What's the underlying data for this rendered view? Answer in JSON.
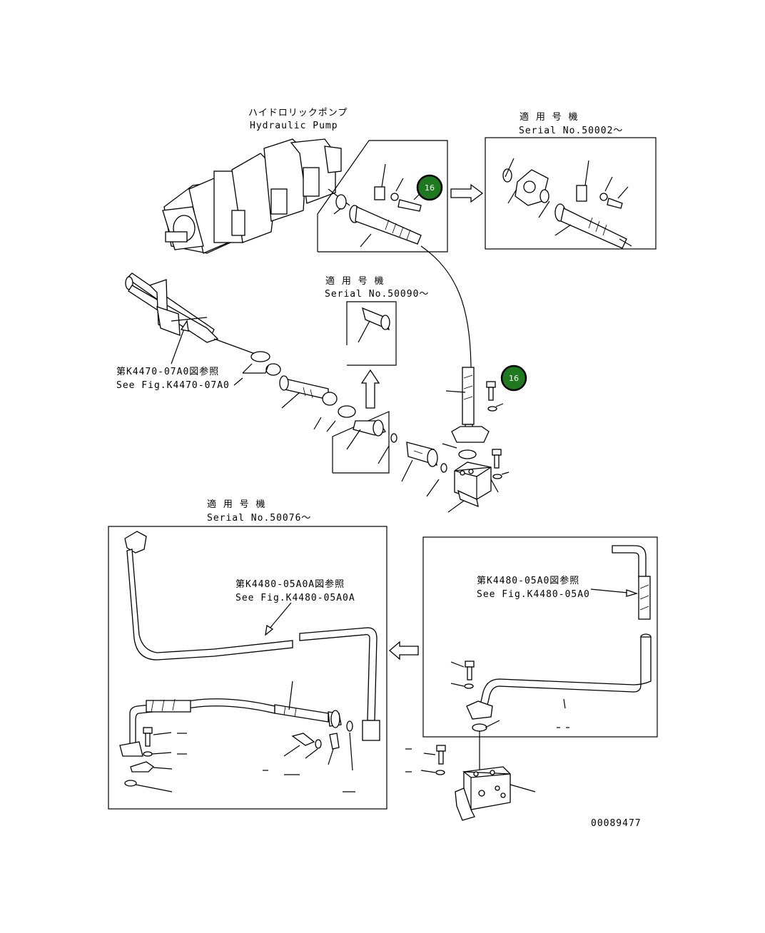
{
  "labels": {
    "pump_jp": "ハイドロリックポンプ",
    "pump_en": "Hydraulic Pump",
    "serial_50002_jp": "適 用 号 機",
    "serial_50002_en": "Serial No.50002～",
    "serial_50090_jp": "適 用 号 機",
    "serial_50090_en": "Serial No.50090～",
    "ref_k4470_jp": "第K4470-07A0図参照",
    "ref_k4470_en": "See Fig.K4470-07A0",
    "serial_50076_jp": "適 用 号 機",
    "serial_50076_en": "Serial No.50076～",
    "ref_k4480a_jp": "第K4480-05A0A図参照",
    "ref_k4480a_en": "See Fig.K4480-05A0A",
    "ref_k4480_jp": "第K4480-05A0図参照",
    "ref_k4480_en": "See Fig.K4480-05A0",
    "figure_number": "00089477"
  },
  "callouts": [
    {
      "id": "callout-top",
      "text": "16"
    },
    {
      "id": "callout-mid",
      "text": "16"
    }
  ],
  "colors": {
    "callout_fill": "#1f7a1f",
    "line": "#000000"
  }
}
